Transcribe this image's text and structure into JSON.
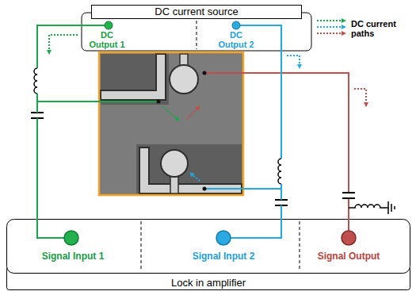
{
  "diagram": {
    "nodes": [
      {
        "text": [
          "DC current source"
        ]
      },
      {
        "text": [
          "DC Output 1"
        ],
        "in": 0
      },
      {
        "text": [
          "DC Output 2"
        ],
        "in": 0
      },
      {
        "text": [
          "Lock in amplifier"
        ]
      },
      {
        "text": [
          "Signal Input 1"
        ],
        "in": 3
      },
      {
        "text": [
          "Signal Input 2"
        ],
        "in": 3
      },
      {
        "text": [
          "Signal Output"
        ],
        "in": 3
      }
    ],
    "edges": [
      {
        "from": 1,
        "to": 4,
        "arrow": "none"
      },
      {
        "from": 2,
        "to": 5,
        "arrow": "none"
      }
    ],
    "legend": [
      {
        "text": "DC current paths"
      }
    ]
  }
}
